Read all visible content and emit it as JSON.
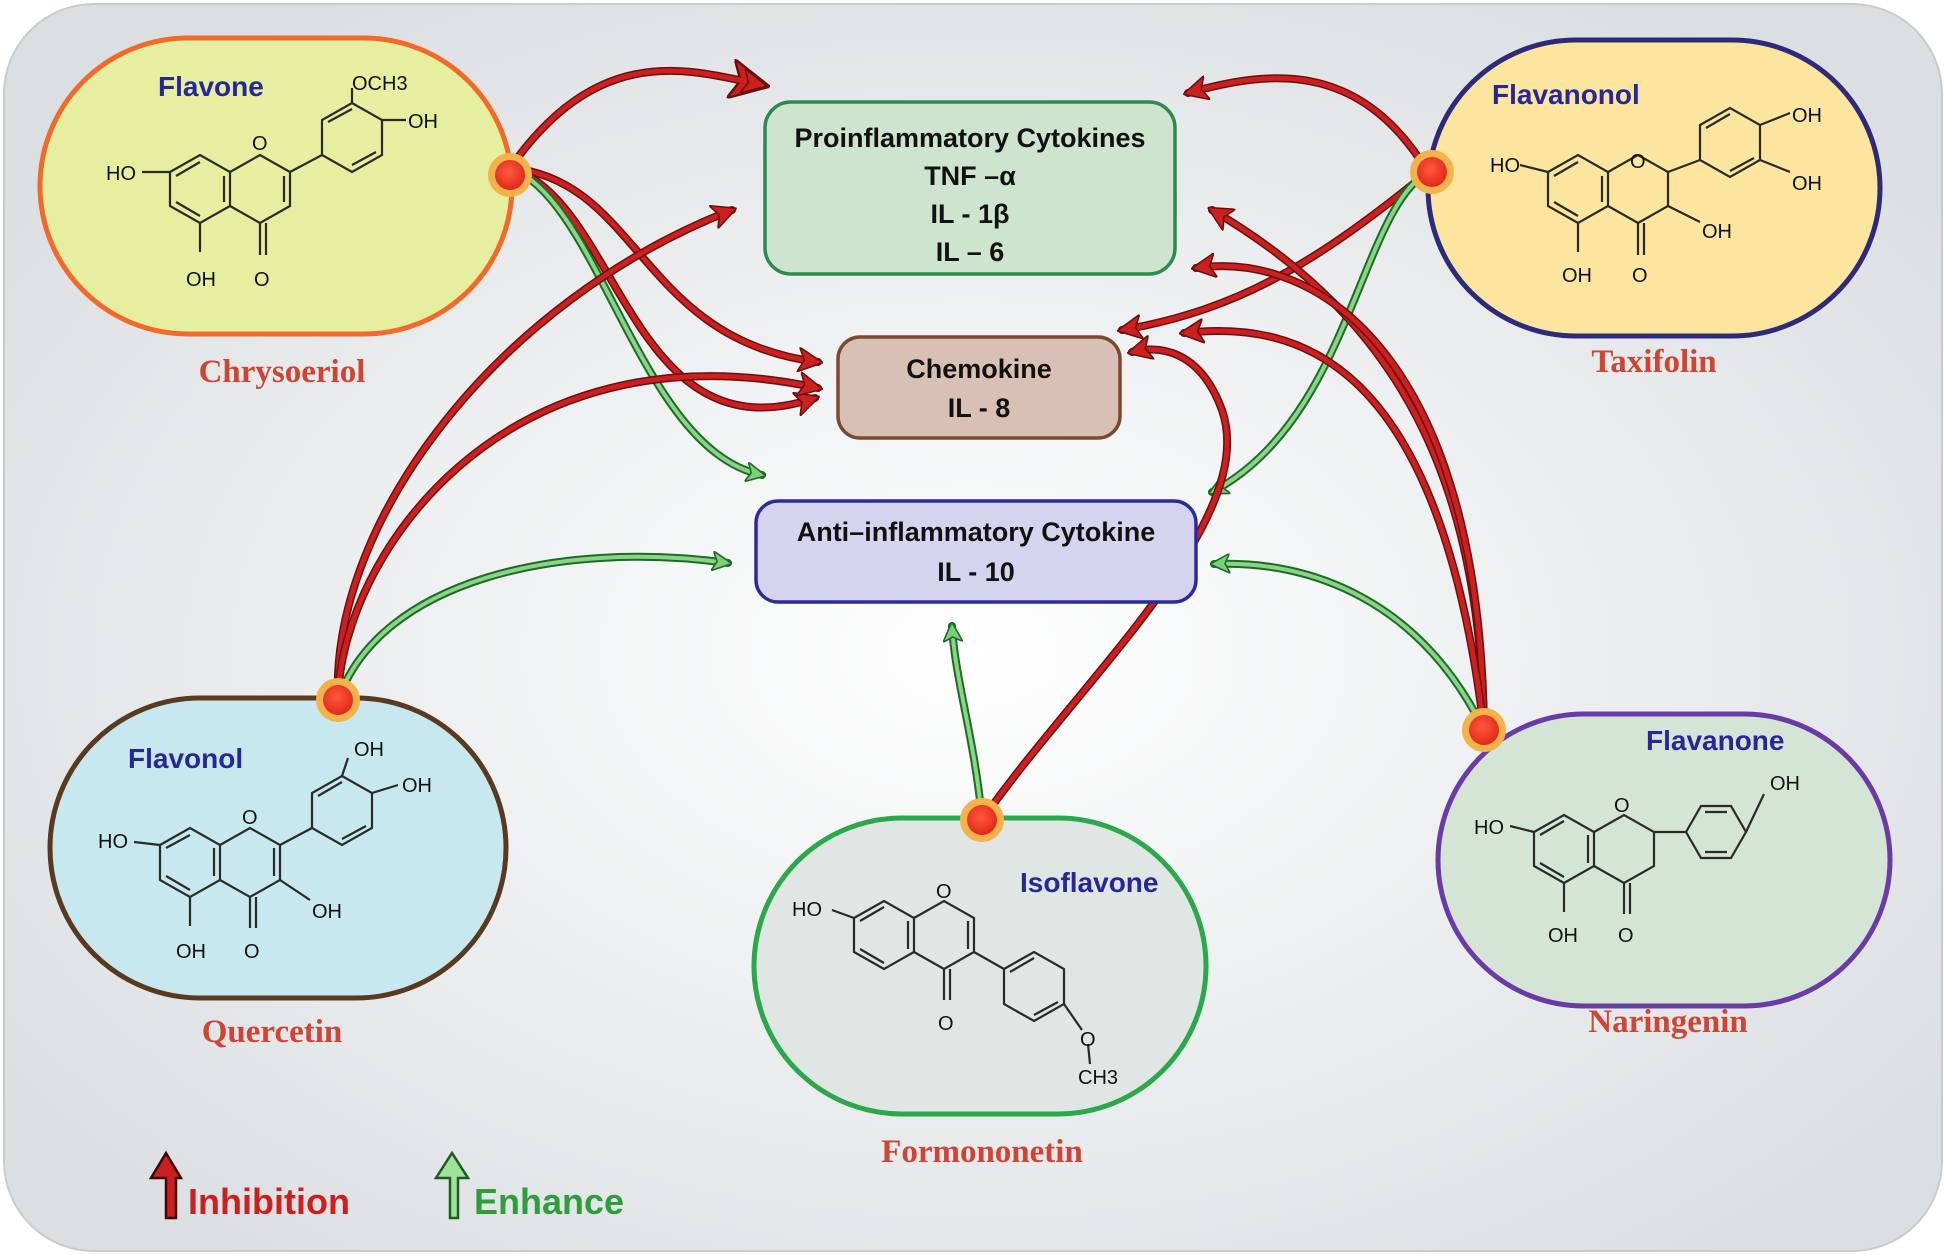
{
  "colors": {
    "inhibition": "#cc1f1f",
    "enhance": "#2e9e3a",
    "class_label": "#27279a",
    "compound_name": "#cf4433",
    "node_dot": "#e83a2a",
    "node_ring": "#f4b24a"
  },
  "targets": {
    "proinflammatory": {
      "lines": [
        "Proinflammatory Cytokines",
        "TNF –α",
        "IL - 1β",
        "IL – 6"
      ]
    },
    "chemokine": {
      "lines": [
        "Chemokine",
        "IL - 8"
      ]
    },
    "anti_inflammatory": {
      "lines": [
        "Anti–inflammatory Cytokine",
        "IL - 10"
      ]
    }
  },
  "compounds": [
    {
      "id": "chrysoeriol",
      "class": "Flavone",
      "name": "Chrysoeriol",
      "groups": [
        "OCH3",
        "OH",
        "HO",
        "OH",
        "O"
      ]
    },
    {
      "id": "taxifolin",
      "class": "Flavanonol",
      "name": "Taxifolin",
      "groups": [
        "OH",
        "OH",
        "HO",
        "OH",
        "OH",
        "O"
      ]
    },
    {
      "id": "quercetin",
      "class": "Flavonol",
      "name": "Quercetin",
      "groups": [
        "OH",
        "OH",
        "HO",
        "OH",
        "OH",
        "O"
      ]
    },
    {
      "id": "formononetin",
      "class": "Isoflavone",
      "name": "Formononetin",
      "groups": [
        "HO",
        "O",
        "O",
        "CH3"
      ]
    },
    {
      "id": "naringenin",
      "class": "Flavanone",
      "name": "Naringenin",
      "groups": [
        "OH",
        "HO",
        "OH",
        "O"
      ]
    }
  ],
  "legend": {
    "inhibition": "Inhibition",
    "enhance": "Enhance"
  },
  "icons": {
    "inhibition": "red-up-arrow-icon",
    "enhance": "green-up-arrow-icon"
  }
}
